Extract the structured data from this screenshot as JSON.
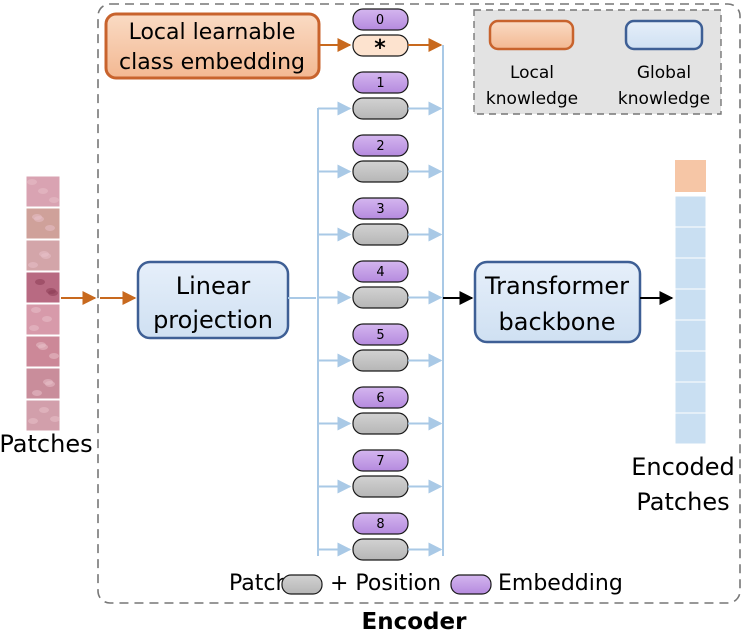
{
  "labels": {
    "local_class_embedding_line1": "Local learnable",
    "local_class_embedding_line2": "class embedding",
    "class_token_symbol": "*",
    "class_token_index": "0",
    "linear_projection_line1": "Linear",
    "linear_projection_line2": "projection",
    "transformer_line1": "Transformer",
    "transformer_line2": "backbone",
    "patches": "Patches",
    "encoded_line1": "Encoded",
    "encoded_line2": "Patches",
    "encoder": "Encoder"
  },
  "legend": {
    "local_line1": "Local",
    "local_line2": "knowledge",
    "global_line1": "Global",
    "global_line2": "knowledge"
  },
  "caption": {
    "part1": "Patch",
    "part2": "+ Position",
    "part3": "Embedding"
  },
  "token_indices": [
    "1",
    "2",
    "3",
    "4",
    "5",
    "6",
    "7",
    "8"
  ],
  "colors": {
    "local_fill": "#f7c6a3",
    "local_border": "#c8632d",
    "orange_arrow": "#c8691e",
    "blue_fill": "#dbe8f6",
    "blue_border": "#3e5f95",
    "blue_arrow": "#a9c9e6",
    "position_fill": "#c39be6",
    "patch_fill": "#c4c4c4",
    "encoded_fill": "#c9dff2",
    "encoded_local_fill": "#f6c6a6",
    "dash_border": "#777777",
    "skin_base": "#d49aa9"
  }
}
